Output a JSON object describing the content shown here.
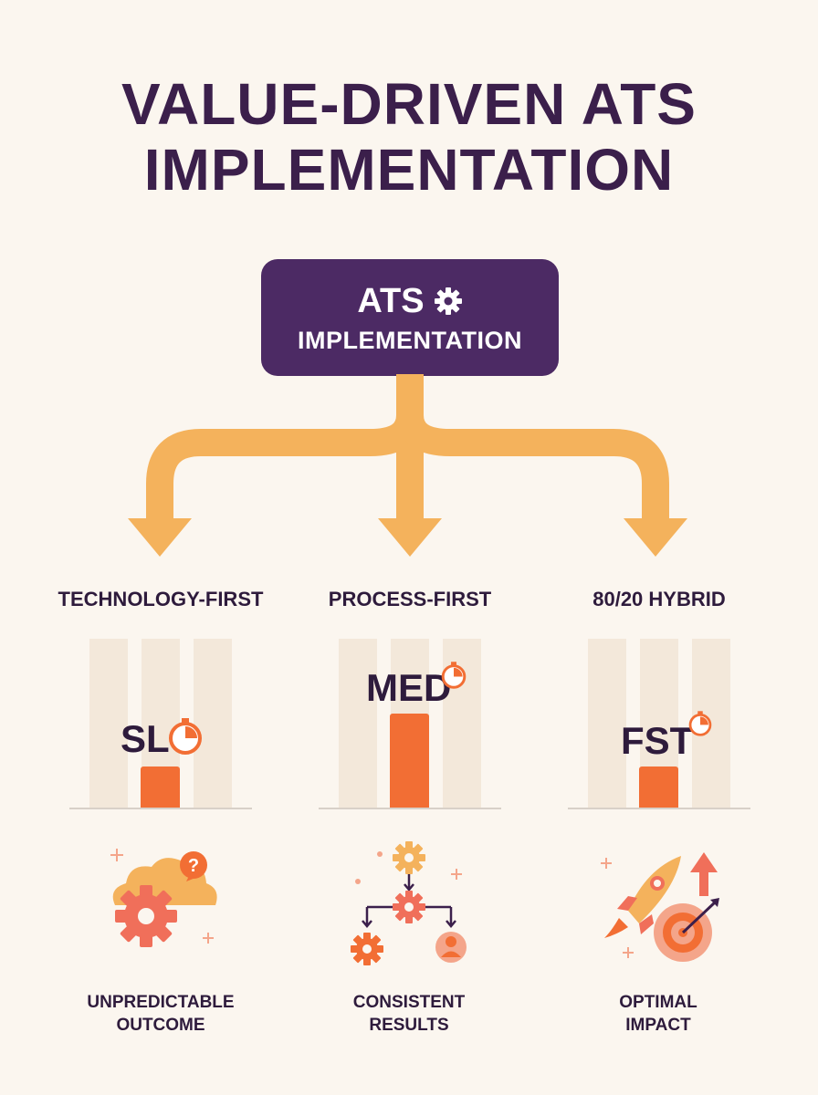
{
  "title": {
    "line1": "VALUE-DRIVEN ATS",
    "line2": "IMPLEMENTATION"
  },
  "root_box": {
    "line1": "ATS",
    "line2": "IMPLEMENTATION",
    "icon": "gear-icon"
  },
  "colors": {
    "background": "#fbf6ef",
    "title": "#3b1f4b",
    "box": "#4c2a64",
    "arrow": "#f4b25c",
    "bar": "#f26e34",
    "stripe": "#f3e8da"
  },
  "approaches": [
    {
      "label": "TECHNOLOGY-FIRST",
      "speed": "SL",
      "speed_level": 0.25,
      "outcome_line1": "UNPREDICTABLE",
      "outcome_line2": "OUTCOME",
      "icon": "cloud-gear-question-icon"
    },
    {
      "label": "PROCESS-FIRST",
      "speed": "MED",
      "speed_level": 0.58,
      "outcome_line1": "CONSISTENT",
      "outcome_line2": "RESULTS",
      "icon": "process-flow-icon"
    },
    {
      "label": "80/20 HYBRID",
      "speed": "FST",
      "speed_level": 0.25,
      "outcome_line1": "OPTIMAL",
      "outcome_line2": "IMPACT",
      "icon": "rocket-target-icon"
    }
  ]
}
